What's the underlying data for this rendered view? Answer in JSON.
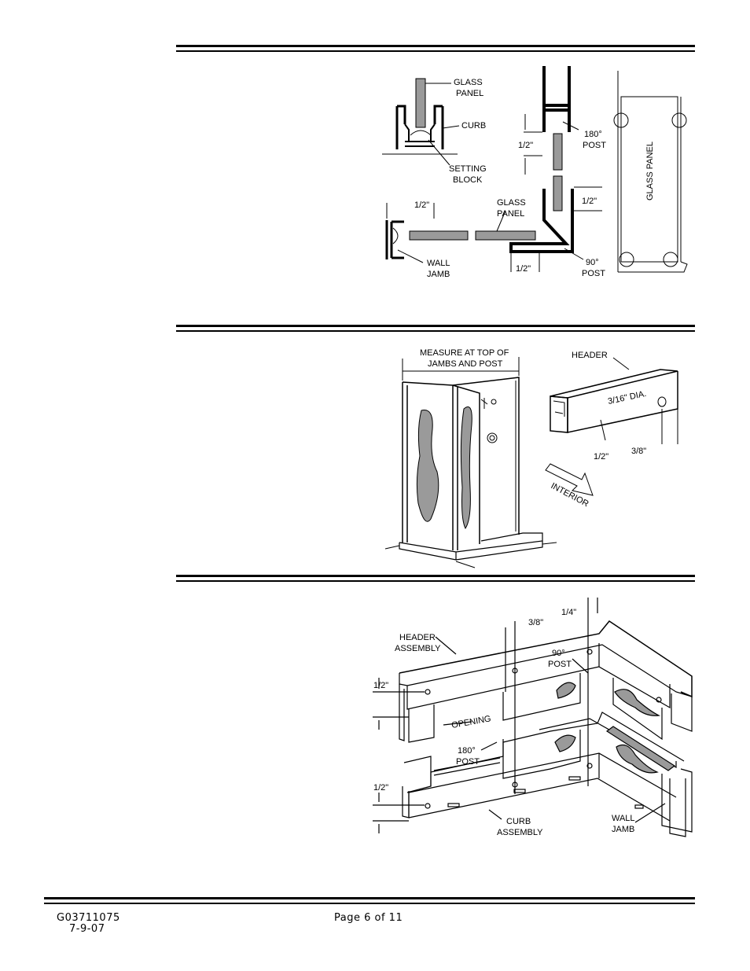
{
  "figure1": {
    "glass_panel_top": [
      "GLASS",
      "PANEL"
    ],
    "curb": "CURB",
    "setting_block": [
      "SETTING",
      "BLOCK"
    ],
    "post180": [
      "180°",
      "POST"
    ],
    "half_left": "1/2\"",
    "half_right": "1/2\"",
    "half_top_left": "1/2\"",
    "half_bottom": "1/2\"",
    "glass_panel_mid": [
      "GLASS",
      "PANEL"
    ],
    "wall_jamb": [
      "WALL",
      "JAMB"
    ],
    "post90": [
      "90°",
      "POST"
    ],
    "glass_panel_side": "GLASS PANEL"
  },
  "figure2": {
    "measure": [
      "MEASURE AT TOP OF",
      "JAMBS AND POST"
    ],
    "header": "HEADER",
    "dia": "3/16\" DIA.",
    "half": "1/2\"",
    "three_eighths": "3/8\"",
    "interior": "INTERIOR"
  },
  "figure3": {
    "quarter": "1/4\"",
    "three_eighths": "3/8\"",
    "header_assembly": [
      "HEADER",
      "ASSEMBLY"
    ],
    "post90": [
      "90°",
      "POST"
    ],
    "half_top": "1/2\"",
    "opening": "OPENING",
    "post180": [
      "180°",
      "POST"
    ],
    "half_bottom": "1/2\"",
    "curb_assembly": [
      "CURB",
      "ASSEMBLY"
    ],
    "wall_jamb": [
      "WALL",
      "JAMB"
    ]
  },
  "footer": {
    "doc_number": "G03711075",
    "date": "7-9-07",
    "page": "Page 6 of 11"
  }
}
